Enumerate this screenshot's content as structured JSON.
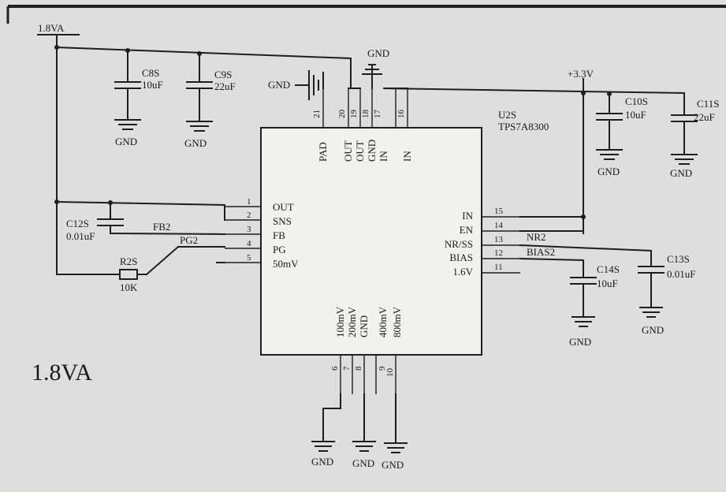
{
  "ic": {
    "ref": "U2S",
    "part": "TPS7A8300"
  },
  "nets": {
    "out_rail": "1.8VA",
    "in_rail": "+3.3V",
    "gnd": "GND",
    "fb": "FB2",
    "pg": "PG2",
    "nr": "NR2",
    "bias": "BIAS2"
  },
  "title": "1.8VA",
  "pins": {
    "left": [
      {
        "num": "1",
        "name": "OUT"
      },
      {
        "num": "2",
        "name": "SNS"
      },
      {
        "num": "3",
        "name": "FB"
      },
      {
        "num": "4",
        "name": "PG"
      },
      {
        "num": "5",
        "name": "50mV"
      }
    ],
    "right": [
      {
        "num": "15",
        "name": "IN"
      },
      {
        "num": "14",
        "name": "EN"
      },
      {
        "num": "13",
        "name": "NR/SS"
      },
      {
        "num": "12",
        "name": "BIAS"
      },
      {
        "num": "11",
        "name": "1.6V"
      }
    ],
    "top": [
      {
        "num": "21",
        "name": "PAD"
      },
      {
        "num": "20",
        "name": "OUT"
      },
      {
        "num": "19",
        "name": "OUT"
      },
      {
        "num": "18",
        "name": "GND"
      },
      {
        "num": "17",
        "name": "IN"
      },
      {
        "num": "16",
        "name": "IN"
      }
    ],
    "bottom": [
      {
        "num": "6",
        "name": "100mV"
      },
      {
        "num": "7",
        "name": "200mV"
      },
      {
        "num": "8",
        "name": "GND"
      },
      {
        "num": "9",
        "name": "400mV"
      },
      {
        "num": "10",
        "name": "800mV"
      }
    ]
  },
  "components": {
    "c8": {
      "ref": "C8S",
      "value": "10uF"
    },
    "c9": {
      "ref": "C9S",
      "value": "22uF"
    },
    "c10": {
      "ref": "C10S",
      "value": "10uF"
    },
    "c11": {
      "ref": "C11S",
      "value": "22uF"
    },
    "c12": {
      "ref": "C12S",
      "value": "0.01uF"
    },
    "c13": {
      "ref": "C13S",
      "value": "0.01uF"
    },
    "c14": {
      "ref": "C14S",
      "value": "10uF"
    },
    "r2": {
      "ref": "R2S",
      "value": "10K"
    }
  }
}
